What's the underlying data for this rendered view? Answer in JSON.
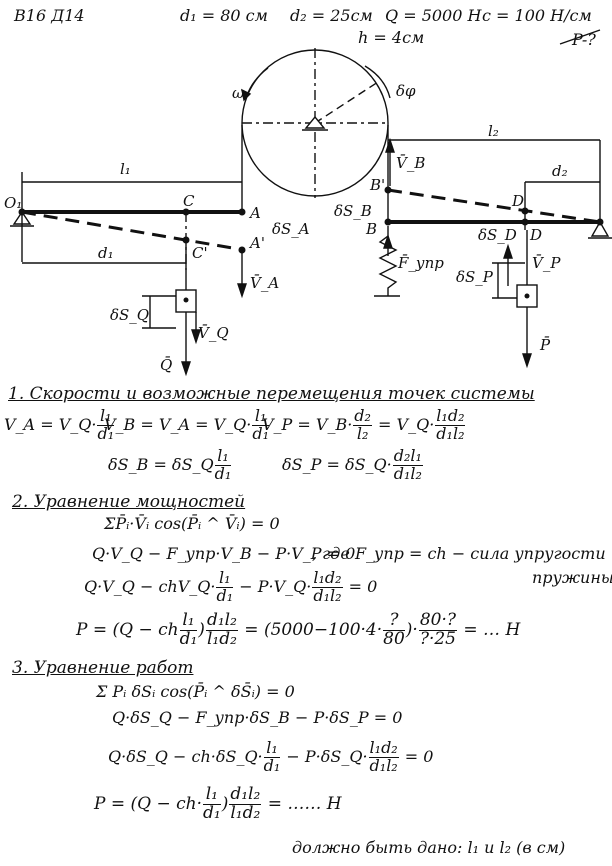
{
  "header": {
    "variant": "В16 Д14",
    "d1": "d₁ = 80 см",
    "d2": "d₂ = 25см",
    "Q": "Q = 5000 Н",
    "c": "c = 100 Н/см",
    "h": "h = 4см",
    "find": "P-?"
  },
  "diagram": {
    "labels": {
      "O1": "O₁",
      "C": "C",
      "A": "A",
      "A_prime": "A'",
      "C_prime": "C'",
      "B": "B",
      "B_prime": "B'",
      "D": "D",
      "D_prime": "D",
      "l1": "l₁",
      "l2": "l₂",
      "d1": "d₁",
      "d2": "d₂",
      "omega": "ω",
      "delta_phi": "δφ",
      "dSA": "δS_A",
      "dSB": "δS_B",
      "dSD": "δS_D",
      "dSQ": "δS_Q",
      "dSP": "δS_P",
      "VA": "V̄_A",
      "VB": "V̄_B",
      "VQ": "V̄_Q",
      "VP": "V̄_P",
      "Q": "Q̄",
      "P": "P̄",
      "Fupr": "F̄_упр"
    }
  },
  "section1": {
    "title": "1. Скорости и возможные перемещения точек системы",
    "eqVA": [
      "V_A = V_Q·",
      "l₁",
      "d₁"
    ],
    "eqVB": [
      "V_B = V_A = V_Q·",
      "l₁",
      "d₁"
    ],
    "eqVP": [
      "V_P = V_B·",
      "d₂",
      "l₂",
      " = V_Q·",
      "l₁d₂",
      "d₁l₂"
    ],
    "eqSB": [
      "δS_B = δS_Q",
      "l₁",
      "d₁"
    ],
    "eqSP": [
      "δS_P = δS_Q·",
      "d₂l₁",
      "d₁l₂"
    ]
  },
  "section2": {
    "title": "2. Уравнение мощностей",
    "sum": "ΣP̄ᵢ·V̄ᵢ cos(P̄ᵢ ^ V̄ᵢ) = 0",
    "eq1": "Q·V_Q − F_упр·V_B − P·V_P = 0",
    "note1": ", где F_упр = ch − сила упругости",
    "note2": "пружины",
    "eq2a": "Q·V_Q − chV_Q·",
    "eq2f1": [
      "l₁",
      "d₁"
    ],
    "eq2b": " − P·V_Q·",
    "eq2f2": [
      "l₁d₂",
      "d₁l₂"
    ],
    "eq2c": " = 0",
    "eqPa": "P = (Q − ch",
    "eqPf1": [
      "l₁",
      "d₁"
    ],
    "eqPb": ")",
    "eqPf2": [
      "d₁l₂",
      "l₁d₂"
    ],
    "eqPc": " = (5000−100·4·",
    "eqPf3": [
      "?",
      "80"
    ],
    "eqPd": ")·",
    "eqPf4": [
      "80·?",
      "?·25"
    ],
    "eqPe": " = … Н"
  },
  "section3": {
    "title": "3. Уравнение работ",
    "sum": "Σ Pᵢ δSᵢ cos(P̄ᵢ ^ δS̄ᵢ) = 0",
    "eq1": "Q·δS_Q − F_упр·δS_B − P·δS_P = 0",
    "eq2a": "Q·δS_Q − ch·δS_Q·",
    "eq2f1": [
      "l₁",
      "d₁"
    ],
    "eq2b": " − P·δS_Q·",
    "eq2f2": [
      "l₁d₂",
      "d₁l₂"
    ],
    "eq2c": " = 0",
    "eqPa": "P = (Q − ch·",
    "eqPf1": [
      "l₁",
      "d₁"
    ],
    "eqPb": ")",
    "eqPf2": [
      "d₁l₂",
      "l₁d₂"
    ],
    "eqPc": " = …… Н",
    "footer": "должно быть дано:  l₁ и l₂ (в см)"
  }
}
